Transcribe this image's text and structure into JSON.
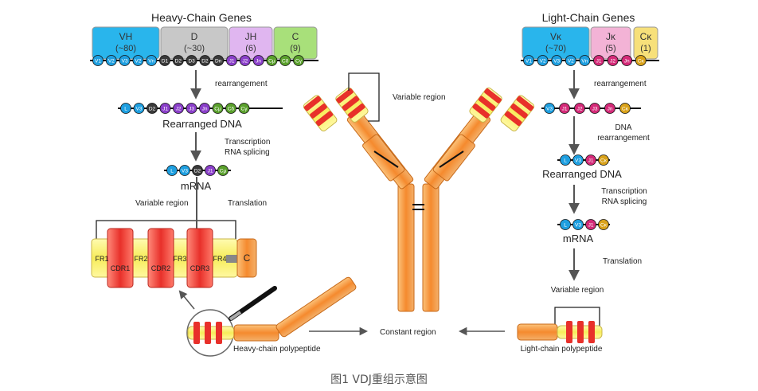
{
  "heavy": {
    "title": "Heavy-Chain Genes",
    "segments": [
      {
        "name": "VH",
        "count": "(~80)",
        "color": "#29b5ec"
      },
      {
        "name": "D",
        "count": "(~30)",
        "color": "#c8c8c8"
      },
      {
        "name": "JH",
        "count": "(6)",
        "color": "#e0b6f0"
      },
      {
        "name": "C",
        "count": "(9)",
        "color": "#a8e07a"
      }
    ],
    "chip_labels": [
      "V1",
      "V2",
      "V3",
      "V2",
      "Vn",
      "D1",
      "D2",
      "D3",
      "D2",
      "Dn",
      "J1",
      "J2",
      "Jn",
      "Cμ",
      "Cδ",
      "Cγ"
    ],
    "step1": "rearrangement",
    "rearranged_chips": [
      "L",
      "V3",
      "D2",
      "J1",
      "J2",
      "J3",
      "Jn",
      "Cμ",
      "Cδ",
      "Cγ"
    ],
    "rearranged_label": "Rearranged DNA",
    "step2a": "Transcription",
    "step2b": "RNA splicing",
    "mrna_chips": [
      "L",
      "V3",
      "D2",
      "J1",
      "Cμ"
    ],
    "mrna_label": "mRNA",
    "variable_label": "Variable region",
    "translation_label": "Translation",
    "domain_fr": [
      "FR1",
      "FR2",
      "FR3",
      "FR4"
    ],
    "domain_cdr": [
      "CDR1",
      "CDR2",
      "CDR3"
    ],
    "domain_c": "C",
    "polypeptide_label": "Heavy-chain polypeptide"
  },
  "light": {
    "title": "Light-Chain Genes",
    "segments": [
      {
        "name": "Vκ",
        "count": "(~70)",
        "color": "#29b5ec"
      },
      {
        "name": "Jκ",
        "count": "(5)",
        "color": "#f3b3d6"
      },
      {
        "name": "Cκ",
        "count": "(1)",
        "color": "#f7e07a"
      }
    ],
    "chip_labels": [
      "V1",
      "V2",
      "V3",
      "V2",
      "Vn",
      "J1",
      "J2",
      "Jn",
      "Cκ"
    ],
    "step1": "rearrangement",
    "rearranged_chips": [
      "V3",
      "J1",
      "J2",
      "J3",
      "Jn",
      "Cκ"
    ],
    "step2a": "DNA",
    "step2b": "rearrangement",
    "rearranged2_chips": [
      "L",
      "V3",
      "J1",
      "Cκ"
    ],
    "rearranged_label": "Rearranged DNA",
    "step3a": "Transcription",
    "step3b": "RNA splicing",
    "mrna_chips": [
      "L",
      "V3",
      "J1",
      "Cκ"
    ],
    "mrna_label": "mRNA",
    "translation_label": "Translation",
    "variable_label": "Variable region",
    "polypeptide_label": "Light-chain polypeptide"
  },
  "antibody": {
    "variable_label": "Variable region",
    "constant_label": "Constant region"
  },
  "caption": "图1 VDJ重组示意图",
  "colors": {
    "v": "#1e9fe0",
    "d": "#3a3a3a",
    "j_heavy": "#8a3fc9",
    "c_heavy": "#5aa02c",
    "j_light": "#d42a78",
    "c_light": "#d9a21a",
    "l": "#1e9fe0",
    "cdr": "#e8302a",
    "fr": "#f7f07a",
    "orange": "#f59a3a"
  }
}
